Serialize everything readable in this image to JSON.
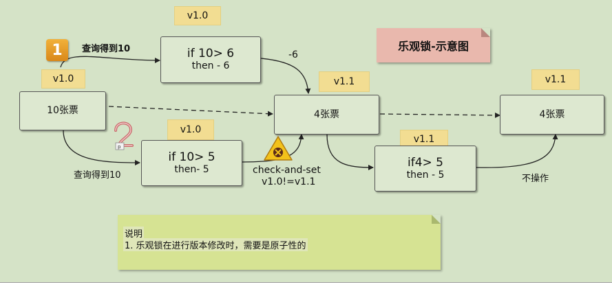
{
  "title": "乐观锁-示意图",
  "step1": {
    "badge": "1",
    "label": "查询得到10"
  },
  "step2": {
    "label": "查询得到10"
  },
  "nodes": {
    "start": {
      "label": "10张票",
      "version": "v1.0"
    },
    "check_top": {
      "line1": "if 10> 6",
      "line2": "then - 6",
      "version": "v1.0"
    },
    "check_bottom": {
      "line1": "if 10> 5",
      "line2": "then- 5",
      "version": "v1.0"
    },
    "mid": {
      "label": "4张票",
      "version": "v1.1"
    },
    "check_right": {
      "line1": "if4> 5",
      "line2": "then - 5",
      "version": "v1.1"
    },
    "end": {
      "label": "4张票",
      "version": "v1.1"
    }
  },
  "edge_labels": {
    "minus6": "-6",
    "cas_line1": "check-and-set",
    "cas_line2": "v1.0!=v1.1",
    "noop": "不操作"
  },
  "legend": {
    "heading": "说明",
    "line1": "1. 乐观锁在进行版本修改时，需要是原子性的"
  },
  "colors": {
    "background": "#d5e3c7",
    "tag": "#f2dd92",
    "title_note": "#e9b8ad",
    "legend_note": "#d6e393"
  }
}
